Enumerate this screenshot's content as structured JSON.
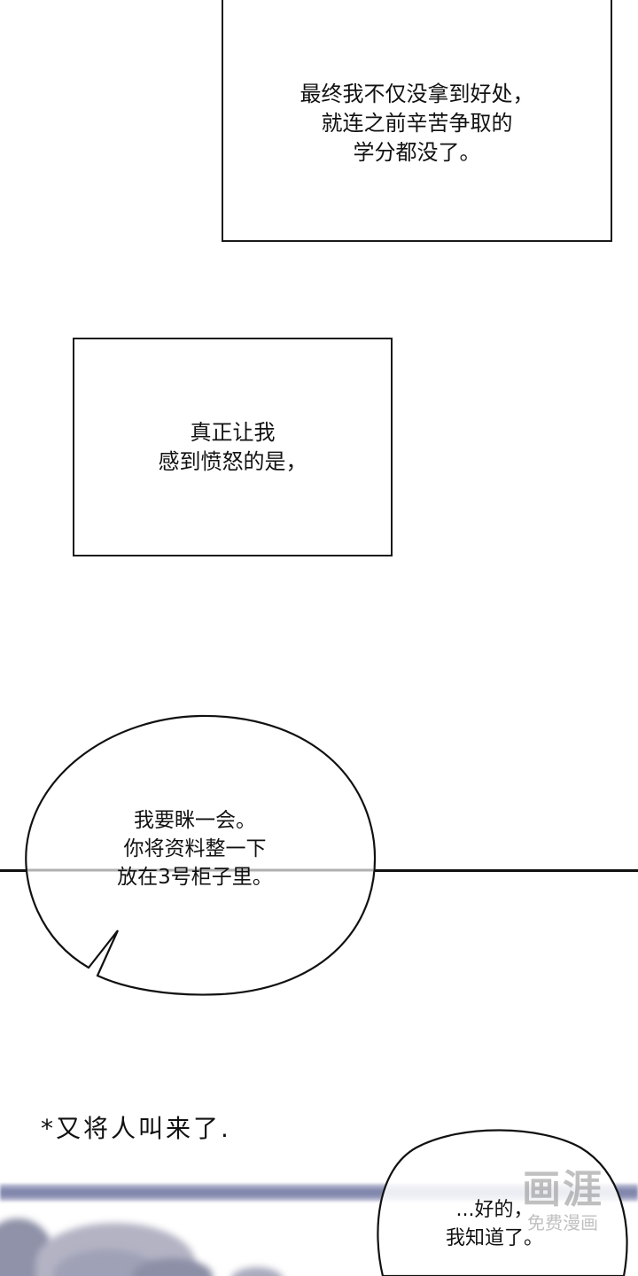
{
  "panels": {
    "top_caption": {
      "text": "最终我不仅没拿到好处，\n就连之前辛苦争取的\n学分都没了。"
    },
    "middle_caption": {
      "text": "真正让我\n感到愤怒的是，"
    },
    "speech_bubble_1": {
      "text": "我要眯一会。\n你将资料整一下\n放在3号柜子里。"
    },
    "sound_effect": {
      "text": "*又将人叫来了."
    },
    "speech_bubble_2": {
      "text": "...好的，\n我知道了。"
    }
  },
  "watermark": {
    "title": "画涯",
    "subtitle": "免费漫画"
  },
  "colors": {
    "line": "#111111",
    "scene_bar": "#7d82a9",
    "watermark": "#8c8c8c"
  }
}
